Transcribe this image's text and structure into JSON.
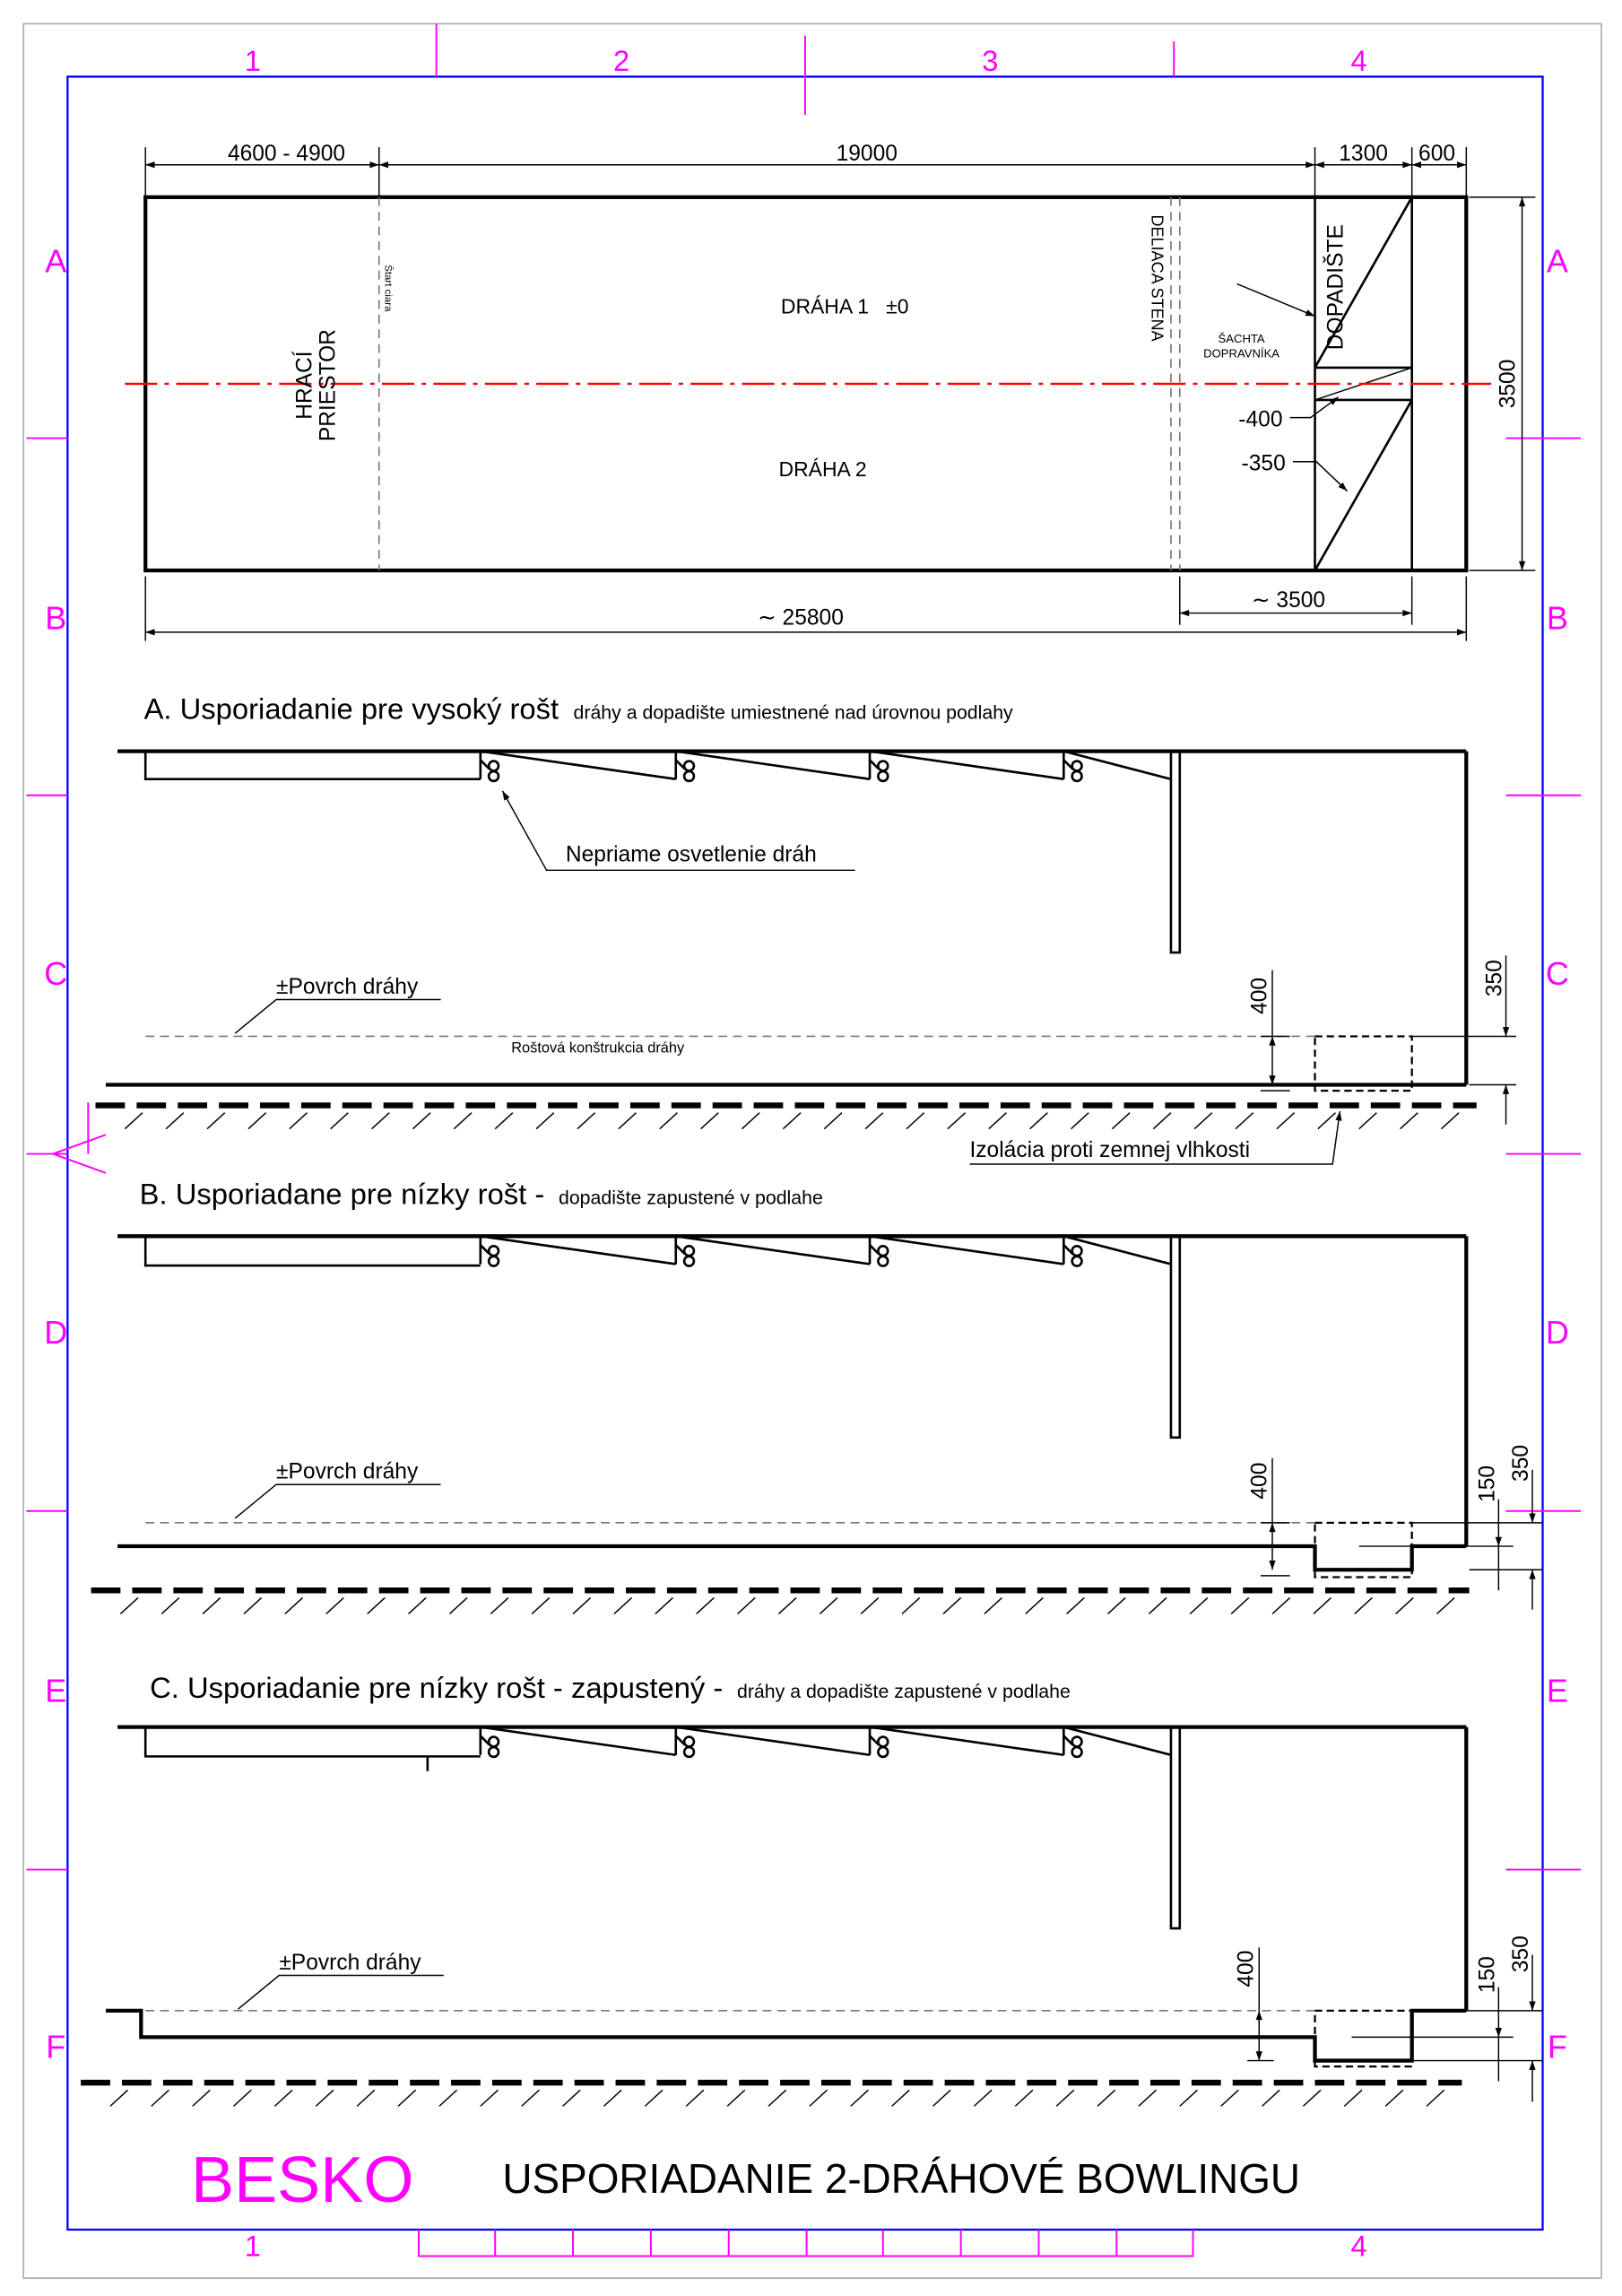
{
  "colors": {
    "frame": "#0000ff",
    "grid": "#ff00ff",
    "centerline": "#ff0000",
    "brand": "#ff00ff"
  },
  "grid": {
    "columns": [
      "1",
      "2",
      "3",
      "4"
    ],
    "rows": [
      "A",
      "B",
      "C",
      "D",
      "E",
      "F"
    ],
    "bottom_columns": [
      "1",
      "4"
    ]
  },
  "plan": {
    "dims_top": [
      "4600 - 4900",
      "19000",
      "1300",
      "600"
    ],
    "dim_right": "3500",
    "dim_bottom_pit": "∼ 3500",
    "dim_bottom_total": "∼ 25800",
    "lane1": "DRÁHA 1   ±0",
    "lane2": "DRÁHA 2",
    "play_area": [
      "HRACÍ",
      "PRIESTOR"
    ],
    "start_line": "Štart ciara",
    "divider_wall": "DELIACA STENA",
    "pit": "DOPADIŠTE",
    "conveyor_shaft": [
      "ŠACHTA",
      "DOPRAVNÍKA"
    ],
    "level_1": "-400",
    "level_2": "-350"
  },
  "section_a": {
    "title": "A. Usporiadanie pre vysoký rošt",
    "subtitle": "dráhy a dopadište umiestnené nad úrovnou podlahy",
    "lighting": "Nepriame osvetlenie dráh",
    "surface": "±Povrch dráhy",
    "grate": "Roštová konštrukcia dráhy",
    "insulation": "Izolácia proti zemnej vlhkosti",
    "dim_400": "400",
    "dim_350": "350"
  },
  "section_b": {
    "title": "B. Usporiadane pre nízky rošt - ",
    "subtitle": "dopadište zapustené v podlahe",
    "surface": "±Povrch dráhy",
    "dim_400": "400",
    "dim_150": "150",
    "dim_350": "350"
  },
  "section_c": {
    "title": "C. Usporiadanie pre nízky rošt - zapustený - ",
    "subtitle": "dráhy a dopadište zapustené v podlahe",
    "surface": "±Povrch dráhy",
    "dim_400": "400",
    "dim_150": "150",
    "dim_350": "350"
  },
  "footer": {
    "brand": "BESKO",
    "title": "USPORIADANIE 2-DRÁHOVÉ BOWLINGU"
  }
}
